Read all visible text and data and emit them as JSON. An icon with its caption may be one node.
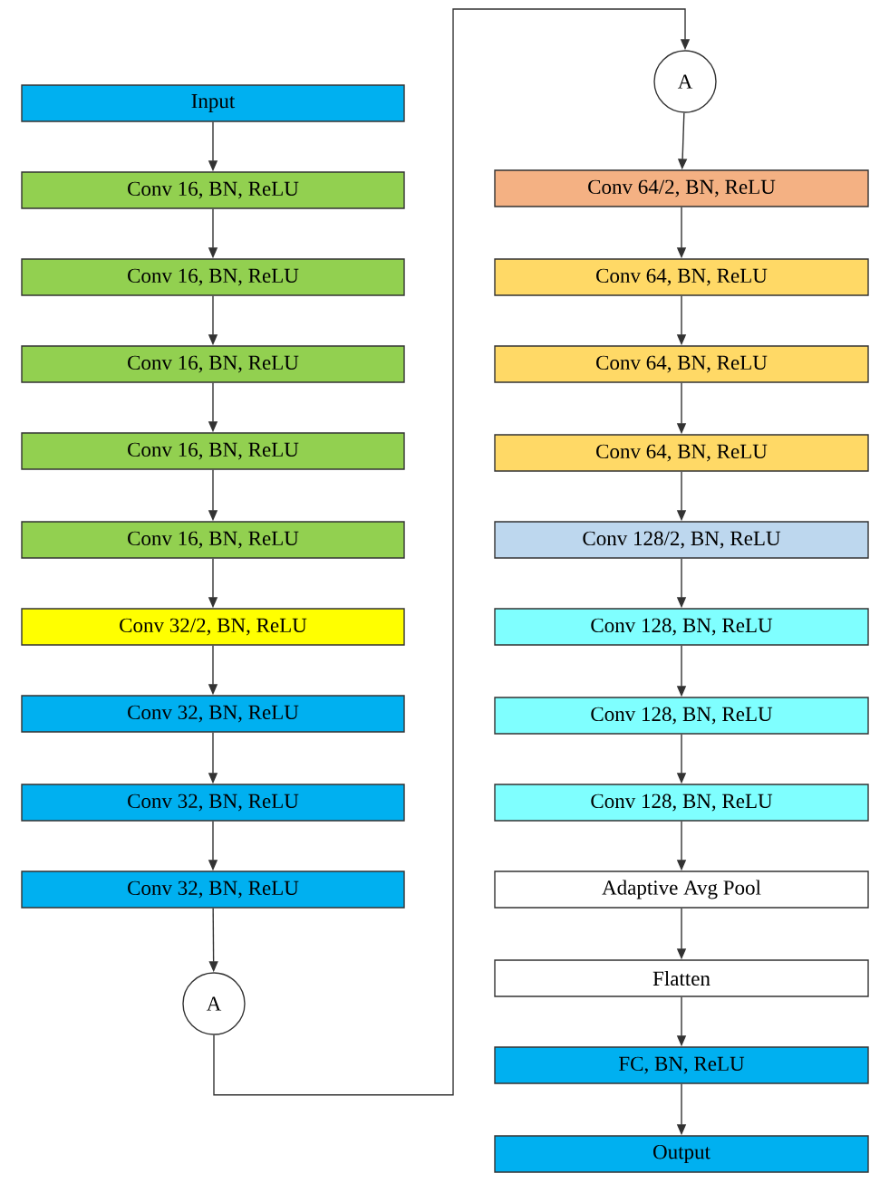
{
  "diagram": {
    "nodes": [
      {
        "text": [
          "Input"
        ]
      },
      {
        "text": [
          "Conv 16, BN, ReLU"
        ]
      },
      {
        "text": [
          "Conv 16, BN, ReLU"
        ]
      },
      {
        "text": [
          "Conv 16, BN, ReLU"
        ]
      },
      {
        "text": [
          "Conv 16, BN, ReLU"
        ]
      },
      {
        "text": [
          "Conv 16, BN, ReLU"
        ]
      },
      {
        "text": [
          "Conv 32/2, BN, ReLU"
        ]
      },
      {
        "text": [
          "Conv 32, BN, ReLU"
        ]
      },
      {
        "text": [
          "Conv 32, BN, ReLU"
        ]
      },
      {
        "text": [
          "Conv 32, BN, ReLU"
        ]
      },
      {
        "text": [
          "A"
        ]
      },
      {
        "text": [
          "A"
        ]
      },
      {
        "text": [
          "Conv 64/2, BN, ReLU"
        ]
      },
      {
        "text": [
          "Conv 64, BN, ReLU"
        ]
      },
      {
        "text": [
          "Conv 64, BN, ReLU"
        ]
      },
      {
        "text": [
          "Conv 64, BN, ReLU"
        ]
      },
      {
        "text": [
          "Conv 128/2, BN, ReLU"
        ]
      },
      {
        "text": [
          "Conv 128, BN, ReLU"
        ]
      },
      {
        "text": [
          "Conv 128, BN, ReLU"
        ]
      },
      {
        "text": [
          "Conv 128, BN, ReLU"
        ]
      },
      {
        "text": [
          "Adaptive Avg Pool"
        ]
      },
      {
        "text": [
          "Flatten"
        ]
      },
      {
        "text": [
          "FC, BN, ReLU"
        ]
      },
      {
        "text": [
          "Output"
        ]
      }
    ],
    "edges": [
      {
        "from": 0,
        "to": 1,
        "arrow": "to"
      },
      {
        "from": 1,
        "to": 2,
        "arrow": "to"
      },
      {
        "from": 2,
        "to": 3,
        "arrow": "to"
      },
      {
        "from": 3,
        "to": 4,
        "arrow": "to"
      },
      {
        "from": 4,
        "to": 5,
        "arrow": "to"
      },
      {
        "from": 5,
        "to": 6,
        "arrow": "to"
      },
      {
        "from": 6,
        "to": 7,
        "arrow": "to"
      },
      {
        "from": 7,
        "to": 8,
        "arrow": "to"
      },
      {
        "from": 8,
        "to": 9,
        "arrow": "to"
      },
      {
        "from": 9,
        "to": 10,
        "arrow": "to"
      },
      {
        "from": 10,
        "to": 11,
        "arrow": "to"
      },
      {
        "from": 11,
        "to": 12,
        "arrow": "to"
      },
      {
        "from": 12,
        "to": 13,
        "arrow": "to"
      },
      {
        "from": 13,
        "to": 14,
        "arrow": "to"
      },
      {
        "from": 14,
        "to": 15,
        "arrow": "to"
      },
      {
        "from": 15,
        "to": 16,
        "arrow": "to"
      },
      {
        "from": 16,
        "to": 17,
        "arrow": "to"
      },
      {
        "from": 17,
        "to": 18,
        "arrow": "to"
      },
      {
        "from": 18,
        "to": 19,
        "arrow": "to"
      },
      {
        "from": 19,
        "to": 20,
        "arrow": "to"
      },
      {
        "from": 20,
        "to": 21,
        "arrow": "to"
      },
      {
        "from": 21,
        "to": 22,
        "arrow": "to"
      },
      {
        "from": 22,
        "to": 23,
        "arrow": "to"
      }
    ]
  }
}
